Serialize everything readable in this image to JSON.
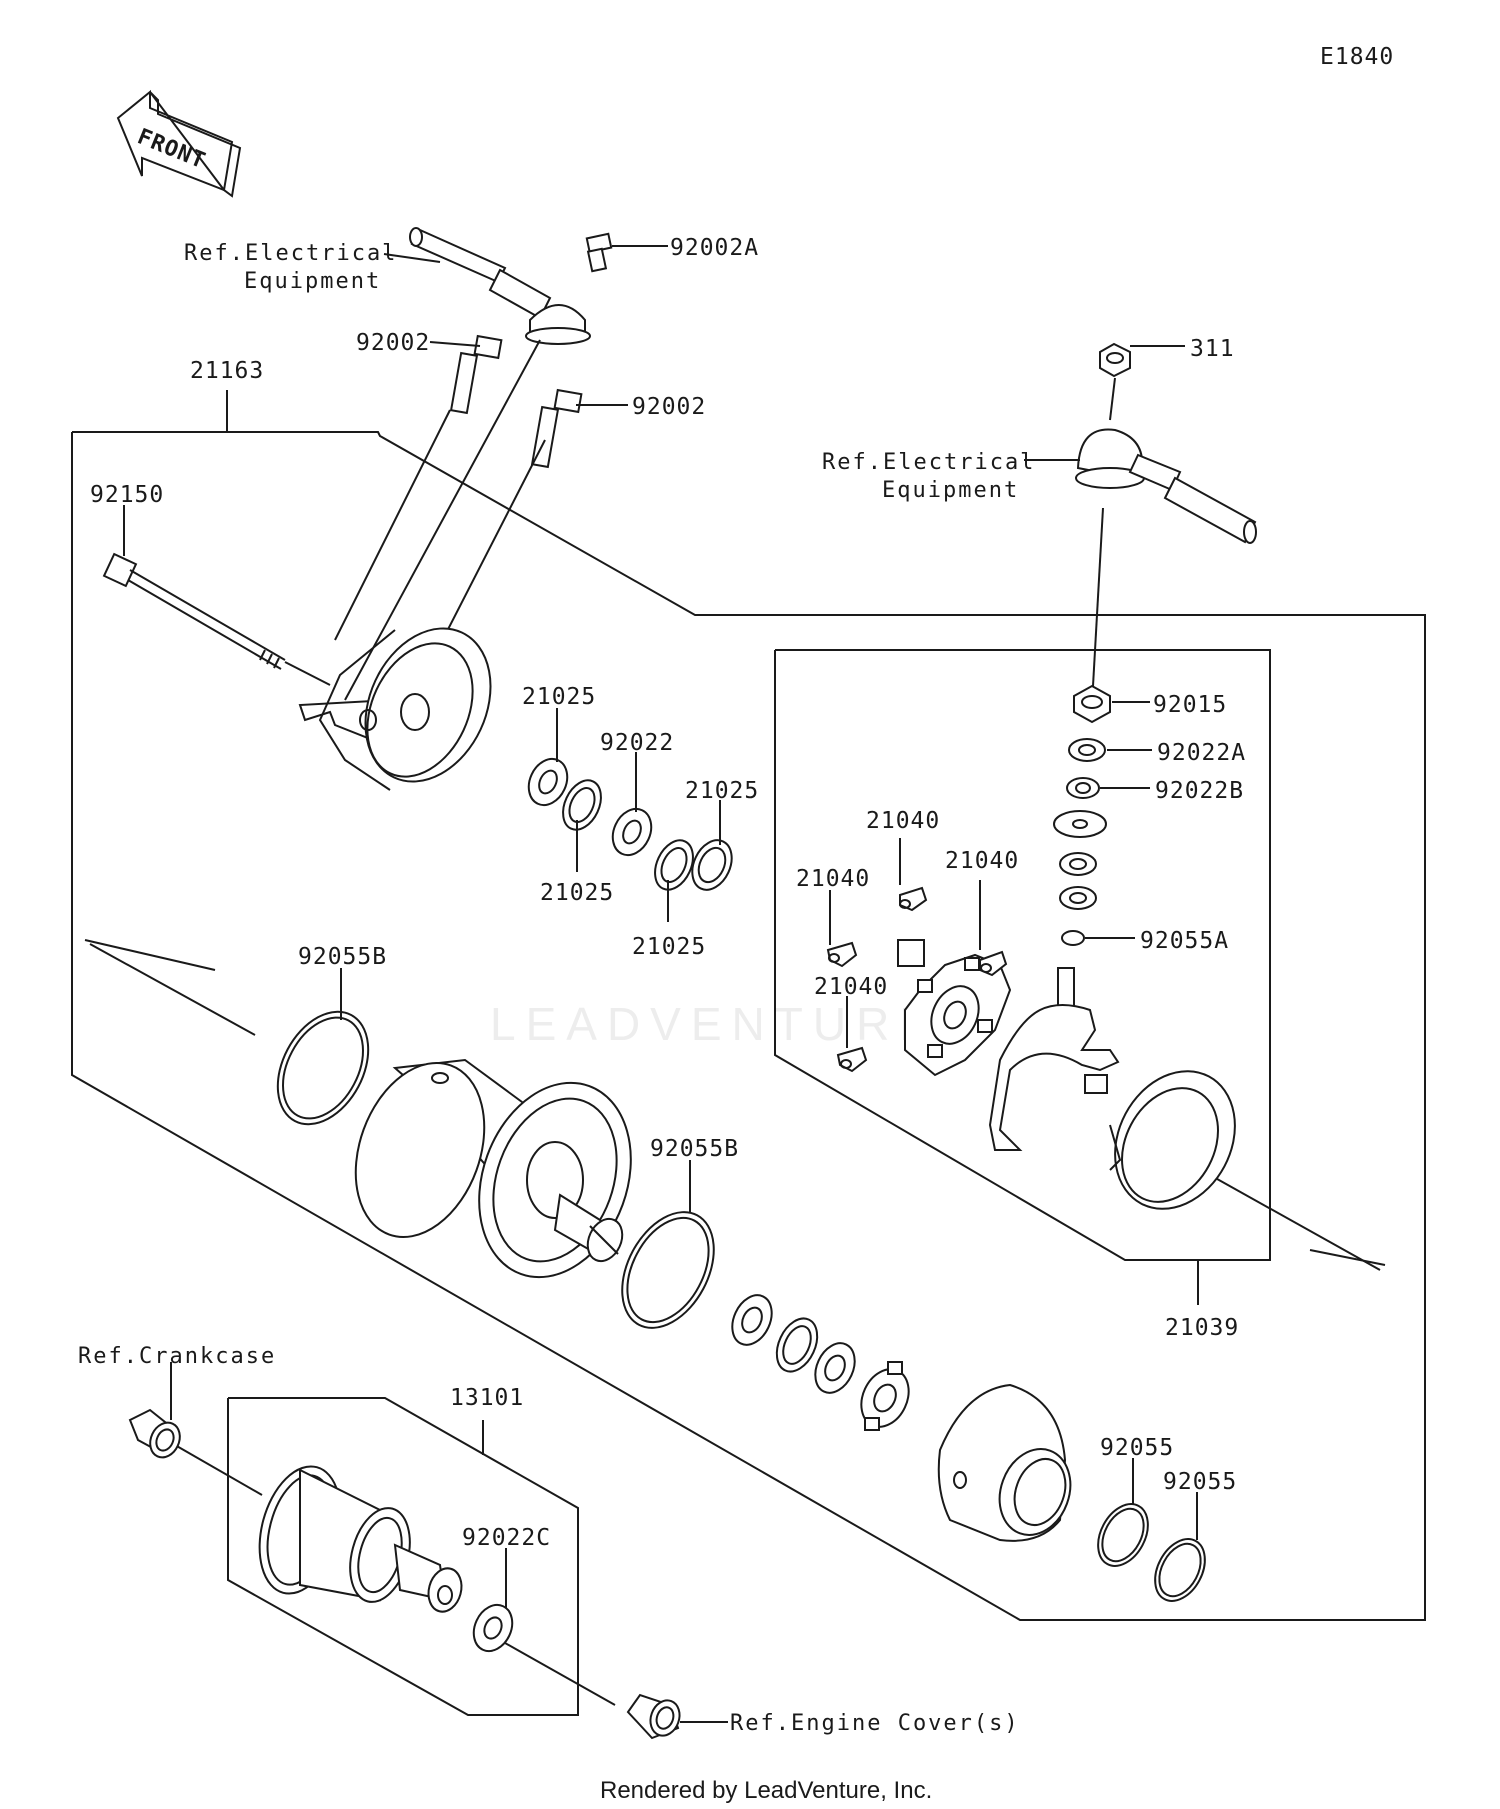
{
  "diagram_code": "E1840",
  "front_label": "FRONT",
  "watermark": "LEADVENTURE",
  "footer": "Rendered by LeadVenture, Inc.",
  "refs": {
    "electrical_1_line1": "Ref.Electrical",
    "electrical_1_line2": "Equipment",
    "electrical_2_line1": "Ref.Electrical",
    "electrical_2_line2": "Equipment",
    "crankcase": "Ref.Crankcase",
    "engine_cover": "Ref.Engine Cover(s)"
  },
  "labels": {
    "p92002A": "92002A",
    "p92002_a": "92002",
    "p92002_b": "92002",
    "p21163": "21163",
    "p92150": "92150",
    "p311": "311",
    "p92015": "92015",
    "p92022A": "92022A",
    "p92022B": "92022B",
    "p21040_a": "21040",
    "p21040_b": "21040",
    "p21040_c": "21040",
    "p21040_d": "21040",
    "p92055A": "92055A",
    "p21025_a": "21025",
    "p92022": "92022",
    "p21025_b": "21025",
    "p21025_c": "21025",
    "p21025_d": "21025",
    "p92055B_a": "92055B",
    "p92055B_b": "92055B",
    "p21039": "21039",
    "p13101": "13101",
    "p92022C": "92022C",
    "p92055_a": "92055",
    "p92055_b": "92055"
  }
}
